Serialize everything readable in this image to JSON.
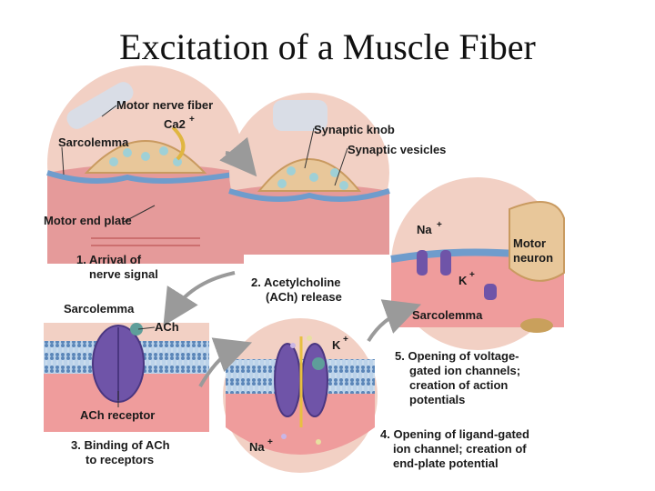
{
  "title": "Excitation of a Muscle Fiber",
  "labels": {
    "motor_nerve_fiber": "Motor nerve fiber",
    "ca2": "Ca2",
    "ca2_sup": "+",
    "sarcolemma_1": "Sarcolemma",
    "motor_end_plate": "Motor end plate",
    "synaptic_knob": "Synaptic knob",
    "synaptic_vesicles": "Synaptic vesicles",
    "na_top": "Na",
    "na_top_sup": "+",
    "k_mid": "K",
    "k_mid_sup": "+",
    "motor_neuron_1": "Motor",
    "motor_neuron_2": "neuron",
    "sarcolemma_3": "Sarcolemma",
    "sarcolemma_2": "Sarcolemma",
    "ach": "ACh",
    "ach_receptor": "ACh receptor",
    "k_bottom": "K",
    "k_bottom_sup": "+",
    "na_bottom": "Na",
    "na_bottom_sup": "+"
  },
  "steps": {
    "s1_line1": "1. Arrival of",
    "s1_line2": "nerve signal",
    "s2_line1": "2. Acetylcholine",
    "s2_line2": "(ACh) release",
    "s3_line1": "3. Binding of ACh",
    "s3_line2": "to receptors",
    "s4_line1": "4. Opening of ligand-gated",
    "s4_line2": "ion channel; creation of",
    "s4_line3": "end-plate potential",
    "s5_line1": "5. Opening of voltage-",
    "s5_line2": "gated ion channels;",
    "s5_line3": "creation of action",
    "s5_line4": "potentials"
  },
  "colors": {
    "muscle": "#e9a3a3",
    "membrane": "#8fb4d8",
    "knob": "#e8c79a",
    "channel": "#6f54a8",
    "arrow": "#9a9a9a"
  }
}
